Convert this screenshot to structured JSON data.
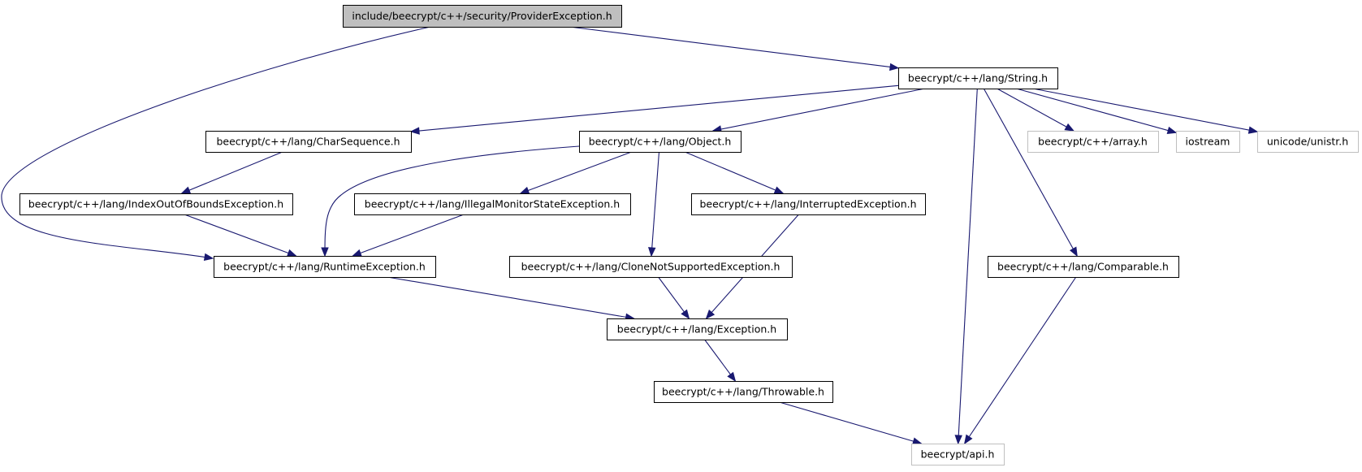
{
  "graph": {
    "nodes": [
      {
        "id": "n0",
        "label": "include/beecrypt/c++/security/ProviderException.h",
        "kind": "root"
      },
      {
        "id": "n1",
        "label": "beecrypt/c++/lang/String.h",
        "kind": "doc"
      },
      {
        "id": "n2",
        "label": "beecrypt/c++/lang/CharSequence.h",
        "kind": "doc"
      },
      {
        "id": "n3",
        "label": "beecrypt/c++/lang/Object.h",
        "kind": "doc"
      },
      {
        "id": "n4",
        "label": "beecrypt/c++/array.h",
        "kind": "external"
      },
      {
        "id": "n5",
        "label": "iostream",
        "kind": "external"
      },
      {
        "id": "n6",
        "label": "unicode/unistr.h",
        "kind": "external"
      },
      {
        "id": "n7",
        "label": "beecrypt/c++/lang/IndexOutOfBoundsException.h",
        "kind": "doc"
      },
      {
        "id": "n8",
        "label": "beecrypt/c++/lang/IllegalMonitorStateException.h",
        "kind": "doc"
      },
      {
        "id": "n9",
        "label": "beecrypt/c++/lang/InterruptedException.h",
        "kind": "doc"
      },
      {
        "id": "n10",
        "label": "beecrypt/c++/lang/RuntimeException.h",
        "kind": "doc"
      },
      {
        "id": "n11",
        "label": "beecrypt/c++/lang/CloneNotSupportedException.h",
        "kind": "doc"
      },
      {
        "id": "n12",
        "label": "beecrypt/c++/lang/Comparable.h",
        "kind": "doc"
      },
      {
        "id": "n13",
        "label": "beecrypt/c++/lang/Exception.h",
        "kind": "doc"
      },
      {
        "id": "n14",
        "label": "beecrypt/c++/lang/Throwable.h",
        "kind": "doc"
      },
      {
        "id": "n15",
        "label": "beecrypt/api.h",
        "kind": "external"
      }
    ],
    "edges": [
      {
        "from": "n0",
        "to": "n1"
      },
      {
        "from": "n0",
        "to": "n10"
      },
      {
        "from": "n1",
        "to": "n2"
      },
      {
        "from": "n1",
        "to": "n3"
      },
      {
        "from": "n1",
        "to": "n4"
      },
      {
        "from": "n1",
        "to": "n5"
      },
      {
        "from": "n1",
        "to": "n6"
      },
      {
        "from": "n1",
        "to": "n12"
      },
      {
        "from": "n1",
        "to": "n15"
      },
      {
        "from": "n2",
        "to": "n7"
      },
      {
        "from": "n3",
        "to": "n8"
      },
      {
        "from": "n3",
        "to": "n9"
      },
      {
        "from": "n3",
        "to": "n10"
      },
      {
        "from": "n3",
        "to": "n11"
      },
      {
        "from": "n7",
        "to": "n10"
      },
      {
        "from": "n8",
        "to": "n10"
      },
      {
        "from": "n9",
        "to": "n13"
      },
      {
        "from": "n10",
        "to": "n13"
      },
      {
        "from": "n11",
        "to": "n13"
      },
      {
        "from": "n12",
        "to": "n15"
      },
      {
        "from": "n13",
        "to": "n14"
      },
      {
        "from": "n14",
        "to": "n15"
      }
    ]
  },
  "colors": {
    "edge": "#191970",
    "root_fill": "#bfbfbf",
    "external_border": "#bfbfbf",
    "node_border": "#000000"
  }
}
